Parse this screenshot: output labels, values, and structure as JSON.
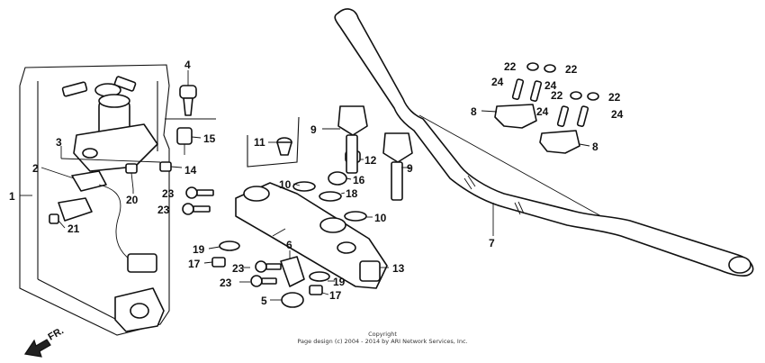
{
  "diagram": {
    "callouts": {
      "c1": "1",
      "c2": "2",
      "c3": "3",
      "c4": "4",
      "c5": "5",
      "c6": "6",
      "c7": "7",
      "c8a": "8",
      "c8b": "8",
      "c9a": "9",
      "c9b": "9",
      "c10a": "10",
      "c10b": "10",
      "c11": "11",
      "c12": "12",
      "c13": "13",
      "c14": "14",
      "c15": "15",
      "c16": "16",
      "c17a": "17",
      "c17b": "17",
      "c18": "18",
      "c19a": "19",
      "c19b": "19",
      "c20": "20",
      "c21": "21",
      "c22a": "22",
      "c22b": "22",
      "c22c": "22",
      "c22d": "22",
      "c23a": "23",
      "c23b": "23",
      "c23c": "23",
      "c23d": "23",
      "c24a": "24",
      "c24b": "24",
      "c24c": "24",
      "c24d": "24"
    },
    "direction_label": "FR."
  },
  "footer": {
    "copyright": "Copyright",
    "page_design": "Page design (c) 2004 - 2014 by ARI Network Services, Inc."
  }
}
